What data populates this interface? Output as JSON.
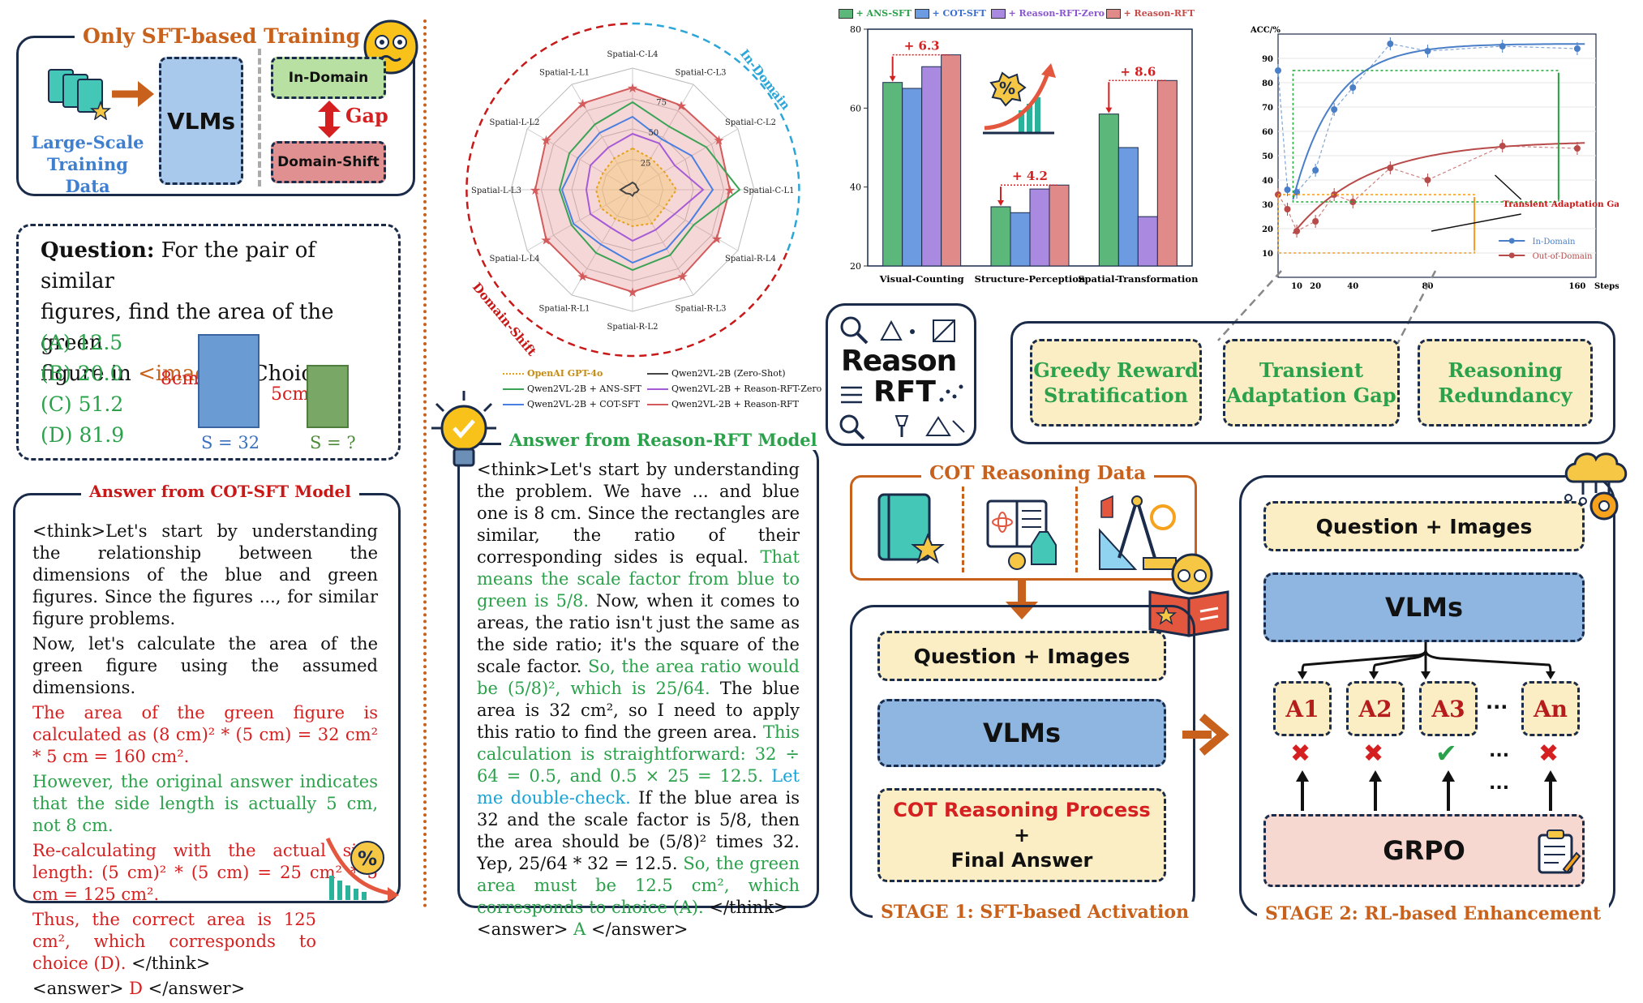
{
  "sft_panel": {
    "title": "Only SFT-based Training",
    "data_label_1": "Large-Scale",
    "data_label_2": "Training Data",
    "vlms": "VLMs",
    "in_domain": "In-Domain",
    "gap": "Gap",
    "domain_shift": "Domain-Shift"
  },
  "question": {
    "label": "Question:",
    "text_1": " For the pair of similar",
    "text_2": "figures, find the area of the green",
    "text_3": "figure in ",
    "image_token": "<image>",
    "text_4": ". Choices:",
    "choices": [
      "(A) 12.5",
      "(B) 20.0",
      "(C) 51.2",
      "(D) 81.9"
    ],
    "blue_side": "8cm",
    "green_side": "5cm",
    "blue_area": "S = 32",
    "green_area": "S = ?"
  },
  "cot_answer": {
    "title": "Answer from COT-SFT Model",
    "p1": "<think>Let's start by understanding the relationship between the dimensions of the blue and green figures. Since the figures ..., for similar figure problems.",
    "p2": "Now, let's calculate the area of the green figure using the assumed dimensions.",
    "p3": "The area of the green figure is calculated as (8 cm)² * (5 cm) = 32 cm² * 5 cm = 160 cm².",
    "p4": "However, the original answer indicates that the side length is actually 5 cm, not 8 cm.",
    "p5": "Re-calculating with the actual side length: (5 cm)² * (5 cm) = 25 cm² * 5 cm = 125 cm².",
    "p6": "Thus, the correct area is 125 cm², which corresponds to choice (D).",
    "p6_end": " </think>",
    "ans_open": "<answer> ",
    "ans_val": "D",
    "ans_close": " </answer>",
    "percent": "%"
  },
  "rft_answer": {
    "title": "Answer from Reason-RFT Model",
    "s1": "<think>Let's start by understanding the problem. We have ... and blue one is 8 cm. Since the rectangles are similar, the ratio of their corresponding sides is equal. ",
    "s2": "That means the scale factor from blue to green is 5/8.",
    "s3": " Now, when it comes to areas, the ratio isn't just the same as the side ratio; it's the square of the scale factor. ",
    "s4": "So, the area ratio would be (5/8)², which is 25/64.",
    "s5": " The blue area is 32 cm², so I need to apply this ratio to find the green area. ",
    "s6": "This calculation is straightforward: 32 ÷ 64 = 0.5, and 0.5 × 25 = 12.5.",
    "s7": " Let me double-check.",
    "s8": " If the blue area is 32 and the scale factor is 5/8, then the area should be (5/8)² times 32. Yep, 25/64 * 32 = 12.5. ",
    "s9": "So, the green area must be 12.5 cm², which corresponds to choice (A).",
    "s10": " </think>",
    "ans_open": "<answer> ",
    "ans_val": "A",
    "ans_close": " </answer>"
  },
  "radar": {
    "in_domain": "In-Domain",
    "domain_shift": "Domain-Shift",
    "axes": [
      "Spatial-C-L4",
      "Spatial-C-L3",
      "Spatial-C-L2",
      "Spatial-C-L1",
      "Spatial-R-L4",
      "Spatial-R-L3",
      "Spatial-R-L2",
      "Spatial-R-L1",
      "Spatial-L-L4",
      "Spatial-L-L3",
      "Spatial-L-L2",
      "Spatial-L-L1"
    ],
    "ticks": [
      "25",
      "50",
      "75"
    ],
    "legend": [
      {
        "label": "OpenAI GPT-4o",
        "color": "#e3a21a"
      },
      {
        "label": "Qwen2VL-2B (Zero-Shot)",
        "color": "#444444"
      },
      {
        "label": "Qwen2VL-2B + ANS-SFT",
        "color": "#3aa356"
      },
      {
        "label": "Qwen2VL-2B + Reason-RFT-Zero",
        "color": "#a65bd6"
      },
      {
        "label": "Qwen2VL-2B + COT-SFT",
        "color": "#4b7fe0"
      },
      {
        "label": "Qwen2VL-2B + Reason-RFT",
        "color": "#d35b5b"
      }
    ]
  },
  "chart_data": [
    {
      "type": "bar",
      "categories": [
        "Visual-Counting",
        "Structure-Perception",
        "Spatial-Transformation"
      ],
      "series": [
        {
          "name": "+ ANS-SFT",
          "color": "#5cb87a",
          "values": [
            66.5,
            35,
            58.5
          ]
        },
        {
          "name": "+ COT-SFT",
          "color": "#6c9be2",
          "values": [
            65,
            33.5,
            50
          ]
        },
        {
          "name": "+ Reason-RFT-Zero",
          "color": "#a98ae0",
          "values": [
            70.5,
            39.5,
            32.5
          ]
        },
        {
          "name": "+ Reason-RFT",
          "color": "#e08a8a",
          "values": [
            73.5,
            40.5,
            67
          ]
        }
      ],
      "annotations": [
        "+ 6.3",
        "+ 4.2",
        "+ 8.6"
      ],
      "yticks": [
        "20",
        "40",
        "60",
        "80"
      ],
      "ylim": [
        20,
        80
      ]
    },
    {
      "type": "line",
      "ylabel": "ACC/%",
      "xlabel": "Steps",
      "xticks": [
        "10",
        "20",
        "40",
        "80",
        "160"
      ],
      "yticks": [
        "10",
        "20",
        "30",
        "40",
        "50",
        "60",
        "70",
        "80",
        "90"
      ],
      "ylim": [
        0,
        100
      ],
      "series": [
        {
          "name": "In-Domain",
          "color": "#4a7fc8",
          "x": [
            0,
            5,
            10,
            20,
            30,
            40,
            60,
            80,
            120,
            160
          ],
          "y": [
            85,
            36,
            35,
            44,
            69,
            78,
            96,
            93,
            95,
            94
          ]
        },
        {
          "name": "Out-of-Domain",
          "color": "#b84a4a",
          "x": [
            0,
            5,
            10,
            20,
            30,
            40,
            60,
            80,
            120,
            160
          ],
          "y": [
            34,
            28,
            19,
            23,
            34,
            31,
            45,
            40,
            54,
            53
          ]
        }
      ],
      "annotation": "Transient Adaptation Gap"
    }
  ],
  "insights": [
    "Greedy Reward Stratification",
    "Transient Adaptation Gap",
    "Reasoning Redundancy"
  ],
  "logo": {
    "line1": "Reason",
    "line2": "RFT"
  },
  "stage1": {
    "data_title": "COT Reasoning Data",
    "qi": "Question + Images",
    "vlms": "VLMs",
    "out1": "COT Reasoning Process",
    "out2": "+",
    "out3": "Final Answer",
    "label": "STAGE 1: SFT-based Activation"
  },
  "stage2": {
    "qi": "Question + Images",
    "vlms": "VLMs",
    "answers": [
      "A1",
      "A2",
      "A3",
      "An"
    ],
    "dots": "...",
    "marks": [
      "✖",
      "✖",
      "✔",
      "✖"
    ],
    "grpo": "GRPO",
    "label": "STAGE 2: RL-based Enhancement"
  }
}
